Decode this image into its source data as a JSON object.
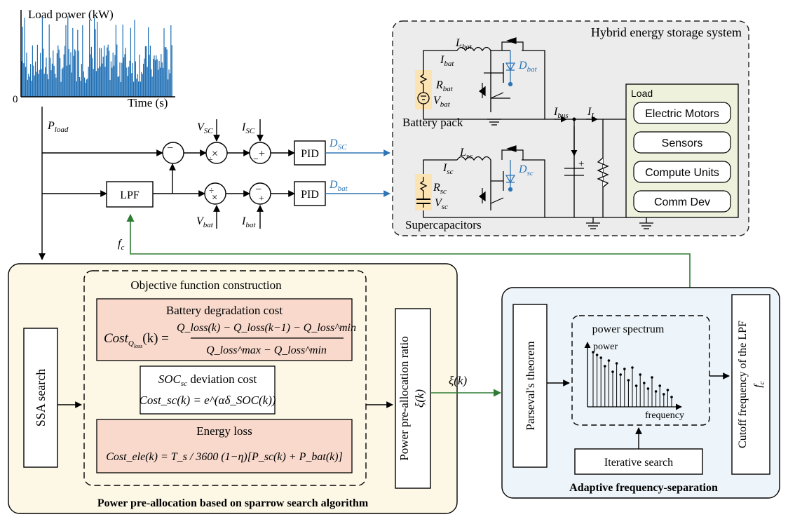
{
  "load_chart": {
    "ylabel": "Load power (kW)",
    "xlabel": "Time (s)",
    "origin": "0",
    "color": "#1f6fb5"
  },
  "signals": {
    "p_load": "P",
    "p_load_sub": "load",
    "v_sc": "V",
    "v_sc_sub": "SC",
    "i_sc": "I",
    "i_sc_sub": "SC",
    "v_bat": "V",
    "v_bat_sub": "bat",
    "i_bat": "I",
    "i_bat_sub": "bat",
    "d_sc": "D",
    "d_sc_sub": "SC",
    "d_bat": "D",
    "d_bat_sub": "bat",
    "f_c": "f",
    "f_c_sub": "c"
  },
  "blocks": {
    "pid_top": "PID",
    "pid_bottom": "PID",
    "lpf": "LPF",
    "sum_minus": "−",
    "sum_plus": "+",
    "mult": "×",
    "div": "÷"
  },
  "hess": {
    "title": "Hybrid energy storage system",
    "battery_pack": "Battery pack",
    "supercapacitors": "Supercapacitors",
    "l_bat": "L",
    "l_bat_sub": "bat",
    "i_bat": "I",
    "i_bat_sub": "bat",
    "r_bat": "R",
    "r_bat_sub": "bat",
    "v_bat": "V",
    "v_bat_sub": "bat",
    "d_bat": "D",
    "d_bat_sub": "bat",
    "l_sc": "L",
    "l_sc_sub": "sc",
    "i_sc": "I",
    "i_sc_sub": "sc",
    "r_sc": "R",
    "r_sc_sub": "sc",
    "v_sc": "V",
    "v_sc_sub": "sc",
    "d_sc": "D",
    "d_sc_sub": "sc",
    "i_bus": "I",
    "i_bus_sub": "bus",
    "i_l": "I",
    "i_l_sub": "L",
    "cap_plus": "+",
    "load": {
      "title": "Load",
      "items": [
        "Electric Motors",
        "Sensors",
        "Compute Units",
        "Comm Dev"
      ]
    }
  },
  "ssa_panel": {
    "title": "Power pre-allocation based on sparrow search algorithm",
    "ssa_search": "SSA search",
    "objective_title": "Objective function construction",
    "battery_cost_title": "Battery degradation cost",
    "battery_cost_lhs": "Cost",
    "battery_cost_lhs_sub": "Q",
    "battery_cost_lhs_subsub": "loss",
    "battery_cost_num": "Q_loss(k) − Q_loss(k−1) − Q_loss^min",
    "battery_cost_den": "Q_loss^max − Q_loss^min",
    "soc_title_main": "SOC",
    "soc_title_sub": "sc",
    "soc_title_rest": " deviation cost",
    "soc_formula": "Cost_sc(k) = e^(αδ_SOC(k))",
    "energy_title": "Energy loss",
    "energy_formula": "Cost_ele(k) = T_s / 3600 (1−η)[P_sc(k) + P_bat(k)]",
    "ratio_label": "Power pre-allocation ratio",
    "ratio_symbol": "ξ(k)"
  },
  "xi_label": "ξ(k)",
  "afs_panel": {
    "title": "Adaptive frequency-separation",
    "parseval": "Parseval's theorem",
    "spectrum_title": "power spectrum",
    "spectrum_ylabel": "power",
    "spectrum_xlabel": "frequency",
    "iterative": "Iterative search",
    "cutoff": "Cutoff frequency of the LPF",
    "cutoff_symbol": "f",
    "cutoff_symbol_sub": "c"
  },
  "colors": {
    "ssa_panel_bg": "#fdf8e6",
    "afs_panel_bg": "#eef5fa",
    "hess_bg": "#ececec",
    "cost_box_bg": "#f8d9cc",
    "load_box_bg": "#eef1dc",
    "control_blue": "#2e75b6",
    "feedback_green": "#2e7d32",
    "battery_fill": "#fbe3b3"
  }
}
